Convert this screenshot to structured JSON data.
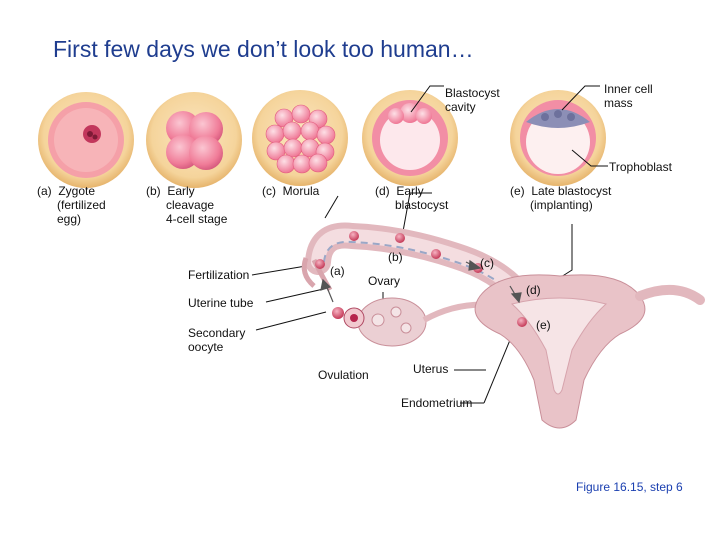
{
  "header": {
    "title": "First few days we don’t look too human…"
  },
  "stages": {
    "a": "(a)  Zygote\n      (fertilized\n      egg)",
    "b": "(b)  Early\n      cleavage\n      4-cell stage",
    "c": "(c)  Morula",
    "d": "(d)  Early\n      blastocyst",
    "e": "(e)  Late blastocyst\n      (implanting)"
  },
  "callouts": {
    "blastocyst_cavity": "Blastocyst\ncavity",
    "inner_cell_mass": "Inner cell\nmass",
    "trophoblast": "Trophoblast"
  },
  "anatomy": {
    "fertilization": "Fertilization",
    "uterine_tube": "Uterine tube",
    "secondary_oocyte": "Secondary\noocyte",
    "ovulation": "Ovulation",
    "ovary": "Ovary",
    "uterus": "Uterus",
    "endometrium": "Endometrium"
  },
  "path_markers": {
    "a": "(a)",
    "b": "(b)",
    "c": "(c)",
    "d": "(d)",
    "e": "(e)"
  },
  "caption": "Figure 16.15, step 6",
  "colors": {
    "title": "#1f3d8f",
    "caption": "#1a3fb0",
    "zona": "#f2cc8a",
    "cell_pink": "#f07c98",
    "tissue": "#e9c3c8"
  }
}
